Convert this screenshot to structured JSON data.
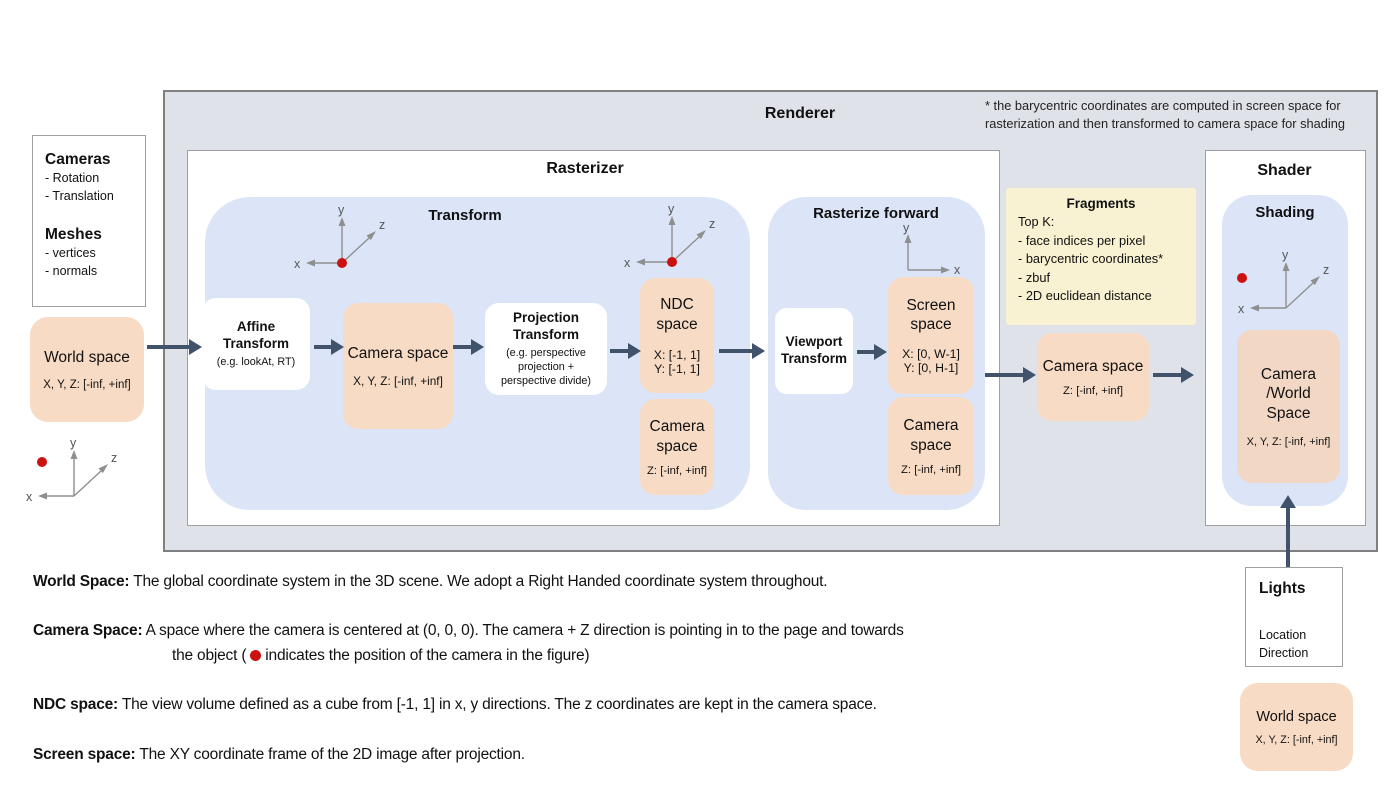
{
  "colors": {
    "panel_gray": "#dfe2e8",
    "panel_blue": "#dce5f8",
    "box_orange": "#f7dbc5",
    "box_yellow": "#f9f2d2",
    "arrow": "#41536a",
    "camera_dot_red": "#cc1111"
  },
  "axis": {
    "x": "x",
    "y": "y",
    "z": "z"
  },
  "renderer": {
    "title": "Renderer",
    "note1": "* the barycentric coordinates are computed in screen space for",
    "note2": "rasterization and then transformed to camera space for shading"
  },
  "inputs": {
    "cameras_title": "Cameras",
    "cameras_items": [
      "- Rotation",
      "- Translation"
    ],
    "meshes_title": "Meshes",
    "meshes_items": [
      "- vertices",
      "- normals"
    ]
  },
  "world_space_left": {
    "title": "World space",
    "range": "X, Y, Z: [-inf, +inf]"
  },
  "rasterizer": {
    "title": "Rasterizer"
  },
  "transform": {
    "title": "Transform",
    "affine_title": "Affine Transform",
    "affine_sub": "(e.g. lookAt, RT)",
    "camera_title": "Camera space",
    "camera_range": "X, Y, Z: [-inf, +inf]",
    "projection_title": "Projection Transform",
    "projection_sub": "(e.g. perspective projection + perspective divide)",
    "ndc_title": "NDC space",
    "ndc_x": "X: [-1, 1]",
    "ndc_y": "Y: [-1, 1]",
    "camera2_title": "Camera space",
    "camera2_range": "Z: [-inf, +inf]"
  },
  "rasterize_forward": {
    "title": "Rasterize forward",
    "viewport_title": "Viewport Transform",
    "screen_title": "Screen space",
    "screen_x": "X: [0, W-1]",
    "screen_y": "Y: [0, H-1]",
    "camera_title": "Camera space",
    "camera_range": "Z: [-inf, +inf]"
  },
  "fragments": {
    "title": "Fragments",
    "lines": [
      "Top K:",
      "- face indices per pixel",
      "- barycentric coordinates*",
      "- zbuf",
      "- 2D euclidean distance"
    ]
  },
  "camera_space_out": {
    "title": "Camera space",
    "range": "Z: [-inf, +inf]"
  },
  "shader": {
    "title": "Shader",
    "shading_title": "Shading",
    "space_lines": [
      "Camera",
      "/World",
      "Space"
    ],
    "space_range": "X, Y, Z: [-inf, +inf]"
  },
  "lights": {
    "title": "Lights",
    "items": [
      "Location",
      "Direction"
    ]
  },
  "world_space_right": {
    "title": "World space",
    "range": "X, Y, Z: [-inf, +inf]"
  },
  "definitions": {
    "world_term": "World Space:",
    "world_text": "The global coordinate system in the 3D scene. We adopt a Right Handed coordinate system throughout.",
    "camera_term": "Camera Space:",
    "camera_text1": "A space where the camera is centered at (0, 0, 0). The camera + Z direction is pointing in to the page and towards",
    "camera_text2_pre": "the object (",
    "camera_text2_post": "indicates the position of the camera in the figure)",
    "ndc_term": "NDC space:",
    "ndc_text": "The view volume defined as a cube from [-1, 1] in x, y directions. The z coordinates are kept in the camera space.",
    "screen_term": "Screen space:",
    "screen_text": "The XY coordinate frame of the 2D image after projection."
  }
}
